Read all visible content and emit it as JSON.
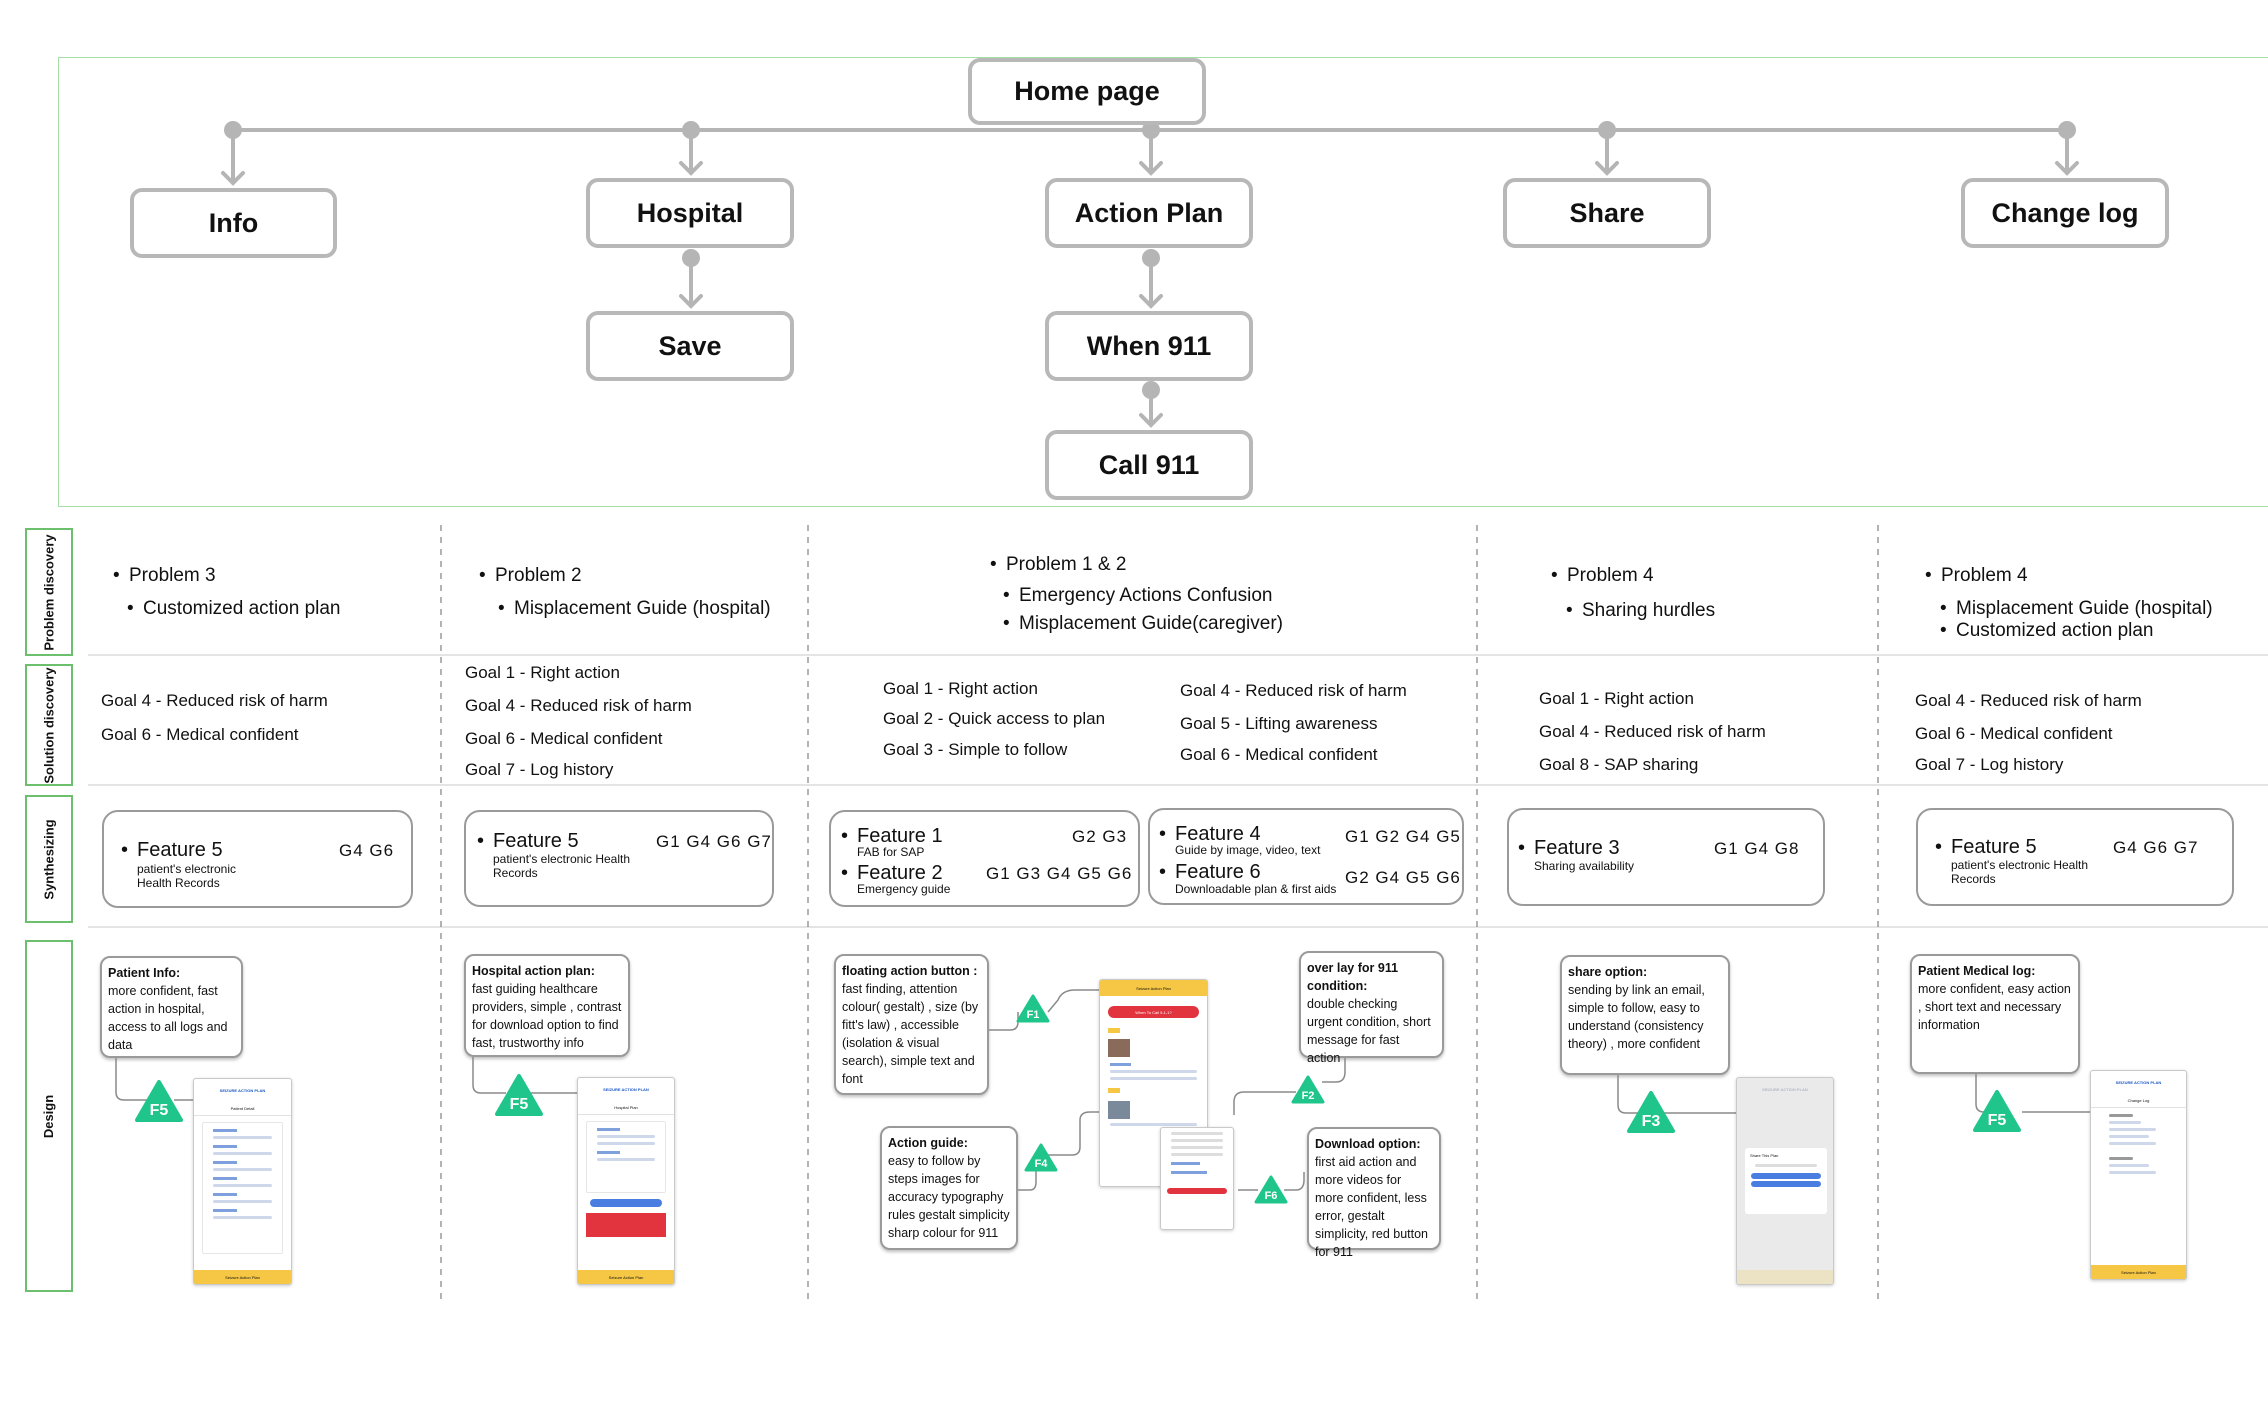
{
  "sitemap": {
    "home": "Home page",
    "level1": [
      "Info",
      "Hospital",
      "Action Plan",
      "Share",
      "Change log"
    ],
    "hospital_child": "Save",
    "action_child": "When 911",
    "action_grandchild": "Call 911"
  },
  "row_labels": [
    "Problem discovery",
    "Solution discovery",
    "Synthesizing",
    "Design"
  ],
  "columns": [
    {
      "problems": [
        "Problem 3",
        "Customized action plan"
      ],
      "goals": [
        "Goal 4 - Reduced risk of harm",
        "Goal 6 - Medical confident"
      ],
      "feature": {
        "name": "Feature 5",
        "sub": "patient's electronic Health Records",
        "goals": "G4   G6"
      },
      "note": {
        "title": "Patient Info:",
        "body": "more confident, fast action in hospital, access to all logs and data"
      },
      "badge": "F5",
      "phone": {
        "brand": "SEIZURE ACTION PLAN",
        "title": "Patient Detail",
        "footer": "Seizure Action Plan"
      }
    },
    {
      "problems": [
        "Problem 2",
        "Misplacement Guide (hospital)"
      ],
      "goals": [
        "Goal 1 - Right action",
        "Goal 4 - Reduced risk of harm",
        "Goal 6 - Medical confident",
        "Goal 7 - Log history"
      ],
      "feature": {
        "name": "Feature 5",
        "sub": "patient's electronic Health Records",
        "goals": "G1 G4 G6 G7"
      },
      "note": {
        "title": "Hospital action plan:",
        "body": "fast guiding healthcare providers, simple , contrast for download option to find fast, trustworthy info"
      },
      "badge": "F5",
      "phone": {
        "brand": "SEIZURE ACTION PLAN",
        "title": "Hospital Plan",
        "footer": "Seizure Action Plan"
      }
    },
    {
      "problems": [
        "Problem 1 & 2",
        "Emergency Actions Confusion",
        "Misplacement Guide(caregiver)"
      ],
      "goals_left": [
        "Goal 1 - Right action",
        "Goal 2 - Quick access to plan",
        "Goal 3 - Simple to follow"
      ],
      "goals_right": [
        "Goal 4 - Reduced risk of harm",
        "Goal 5 - Lifting awareness",
        "Goal 6 - Medical confident"
      ],
      "features_left": [
        {
          "name": "Feature 1",
          "sub": "FAB for SAP",
          "goals": "G2 G3"
        },
        {
          "name": "Feature 2",
          "sub": "Emergency guide",
          "goals": "G1 G3 G4 G5 G6"
        }
      ],
      "features_right": [
        {
          "name": "Feature 4",
          "sub": "Guide by image, video, text",
          "goals": "G1 G2 G4 G5"
        },
        {
          "name": "Feature 6",
          "sub": "Downloadable plan & first aids",
          "goals": "G2 G4 G5 G6"
        }
      ],
      "notes": [
        {
          "title": "floating action button :",
          "body": "fast finding, attention colour( gestalt) , size (by fitt's law) , accessible (isolation & visual search), simple text and font"
        },
        {
          "title": "Action guide:",
          "body": "easy to follow by steps images for accuracy typography rules gestalt simplicity sharp colour for 911"
        },
        {
          "title": "over lay for 911 condition:",
          "body": "double checking urgent condition, short message for fast action"
        },
        {
          "title": "Download option:",
          "body": "first aid action and more videos for more confident, less error, gestalt simplicity, red button for 911"
        }
      ],
      "badges": [
        "F1",
        "F4",
        "F2",
        "F6"
      ],
      "phone": {
        "title": "Seizure Action Plan",
        "cta": "When To Call 9-1-1?"
      }
    },
    {
      "problems": [
        "Problem 4",
        "Sharing hurdles"
      ],
      "goals": [
        "Goal 1 - Right action",
        "Goal 4 - Reduced risk of harm",
        "Goal 8 - SAP sharing"
      ],
      "feature": {
        "name": "Feature 3",
        "sub": "Sharing availability",
        "goals": "G1   G4   G8"
      },
      "note": {
        "title": "share option:",
        "body": "sending by link an email, simple to follow, easy to understand (consistency theory) , more confident"
      },
      "badge": "F3",
      "phone": {
        "brand": "SEIZURE ACTION PLAN",
        "title": "Share This Plan",
        "footer": ""
      }
    },
    {
      "problems": [
        "Problem 4",
        "Misplacement Guide (hospital)",
        "Customized action plan"
      ],
      "goals": [
        "Goal 4 - Reduced risk of harm",
        "Goal 6 - Medical confident",
        "Goal 7 - Log history"
      ],
      "feature": {
        "name": "Feature 5",
        "sub": "patient's electronic Health Records",
        "goals": "G4   G6   G7"
      },
      "note": {
        "title": "Patient Medical log:",
        "body": "more confident, easy action , short text and necessary information"
      },
      "badge": "F5",
      "phone": {
        "brand": "SEIZURE ACTION PLAN",
        "title": "Change Log",
        "footer": "Seizure Action Plan"
      }
    }
  ],
  "colors": {
    "badge": "#1fc58a",
    "frame": "#6cbf6c",
    "node_border": "#b8b8b8",
    "phone_footer": "#f5c744",
    "danger": "#e2343f"
  }
}
